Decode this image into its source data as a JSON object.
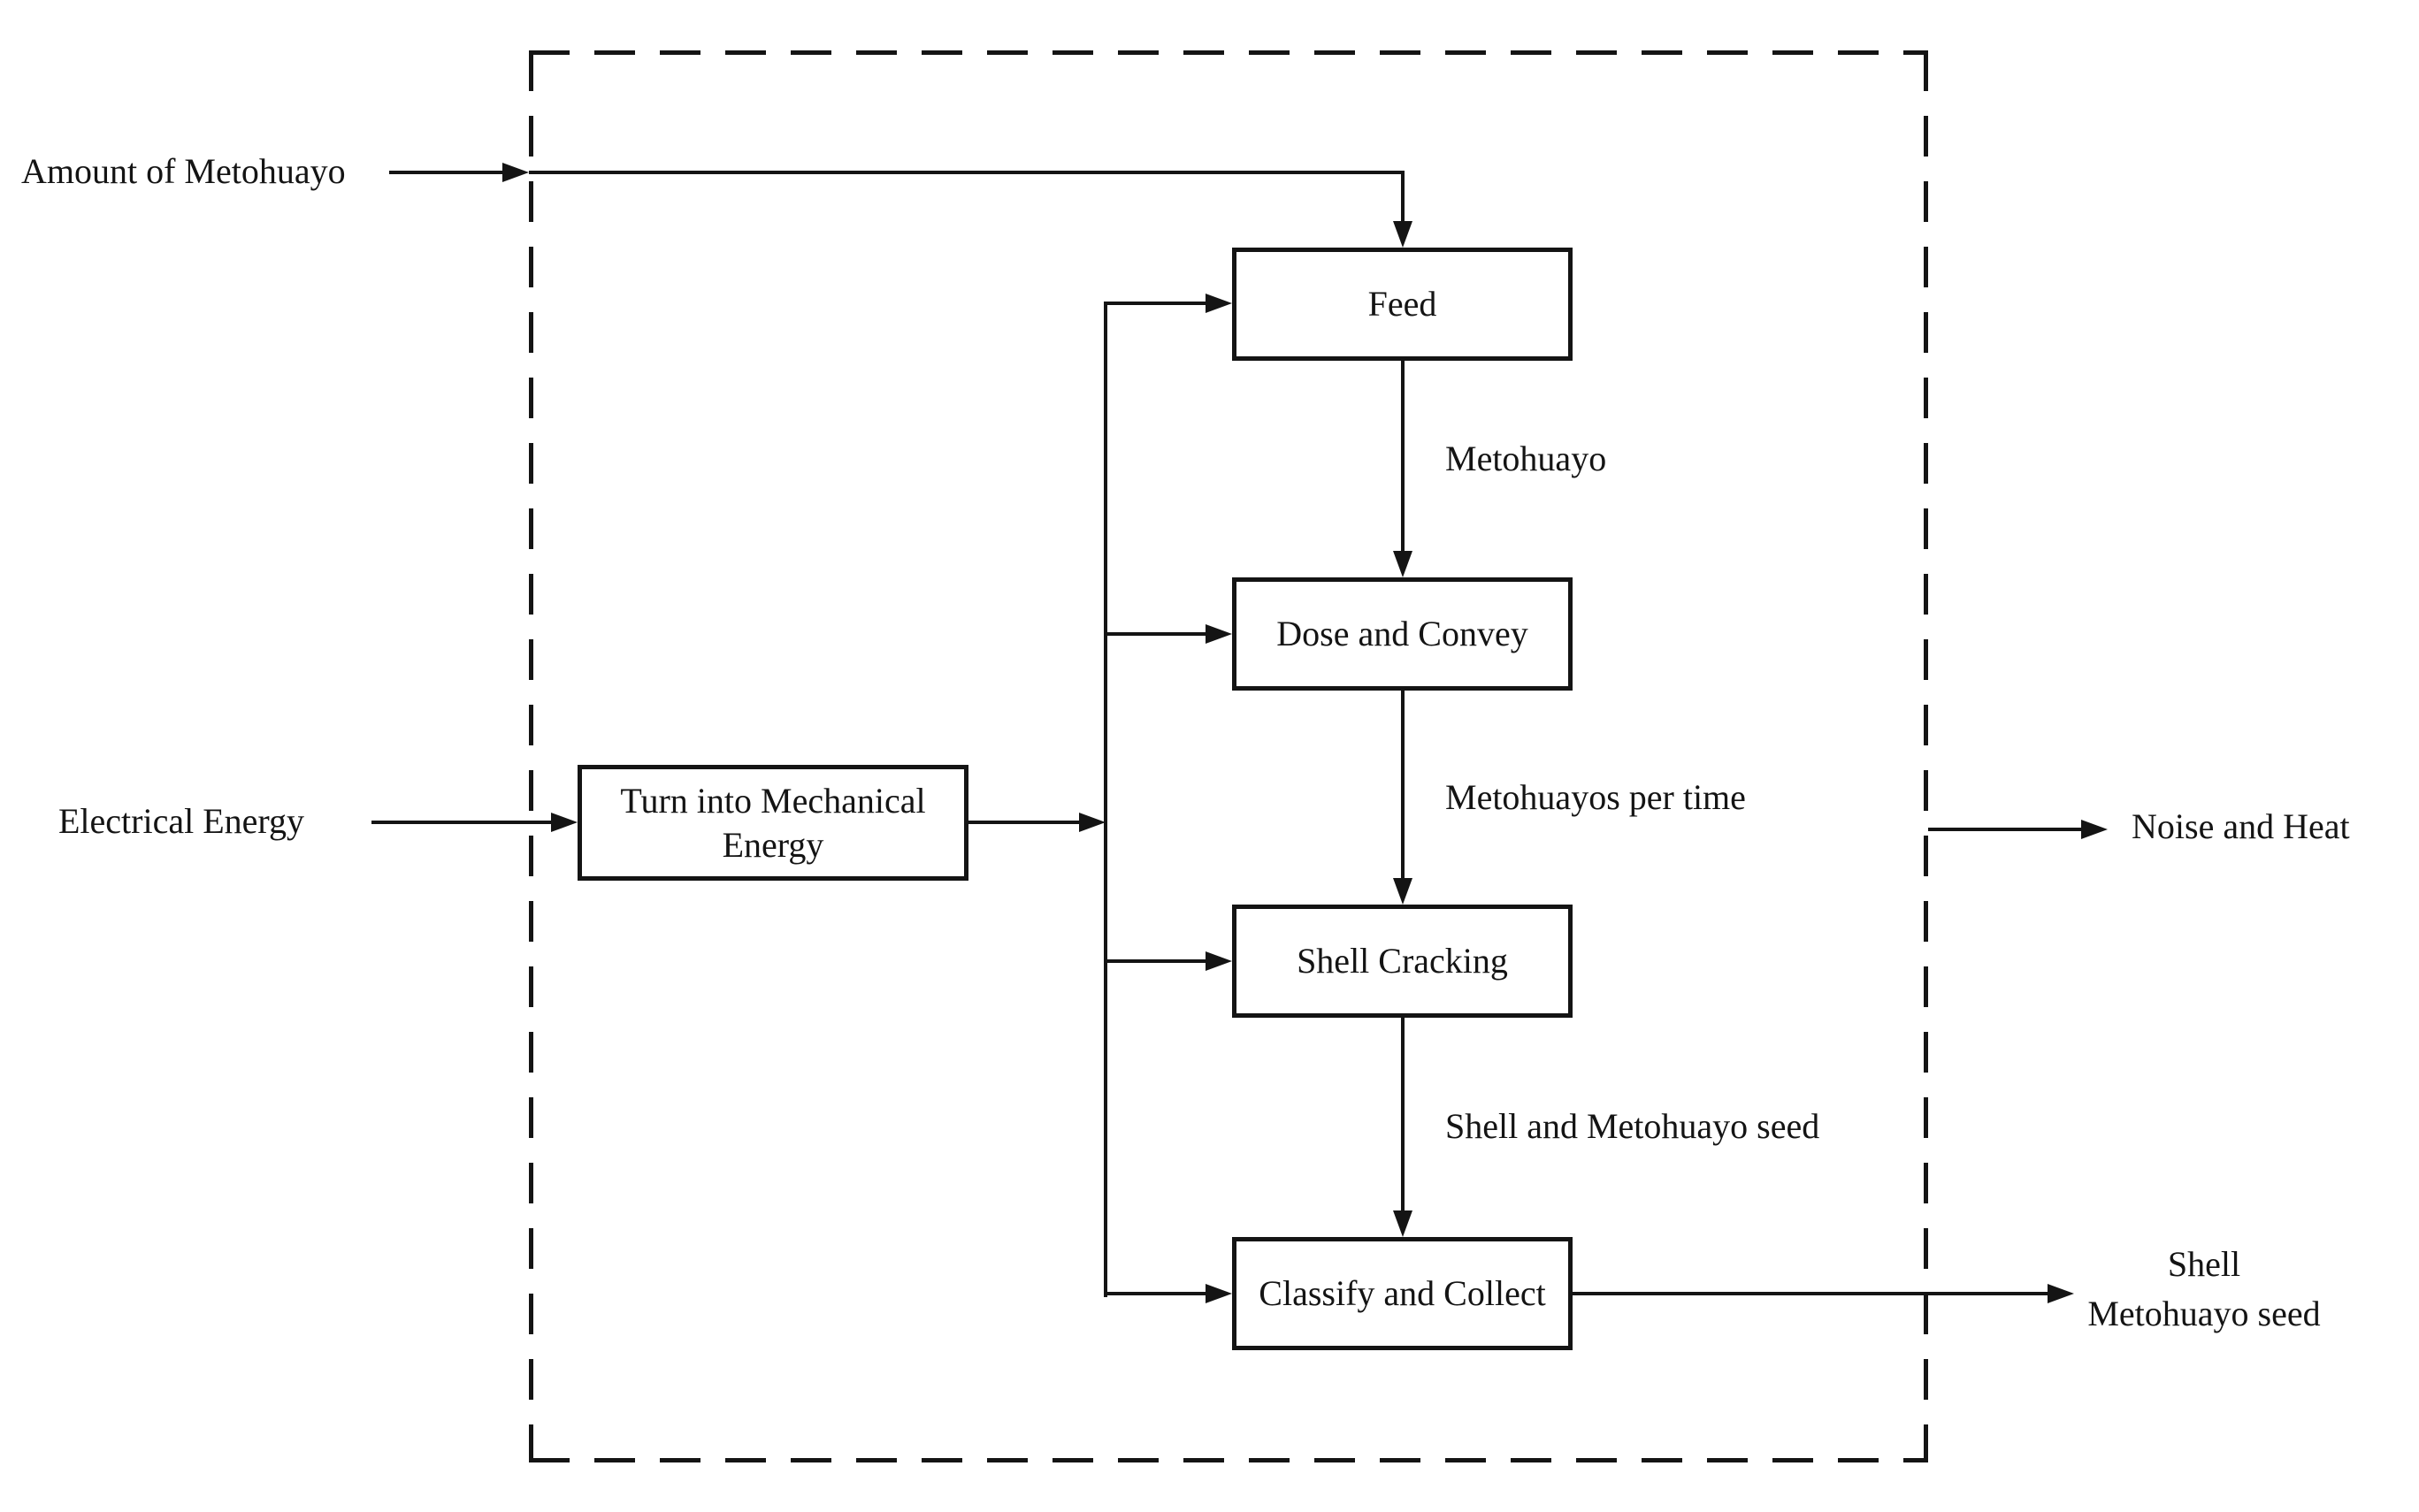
{
  "diagram": {
    "type": "process-flow-block-diagram",
    "background_color": "#ffffff",
    "line_color": "#141414",
    "boundary_style": "dashed",
    "inputs": {
      "amount": {
        "label": "Amount of Metohuayo"
      },
      "electrical": {
        "label": "Electrical Energy"
      }
    },
    "outputs": {
      "noise": {
        "label": "Noise and Heat"
      },
      "product": {
        "line1": "Shell",
        "line2": "Metohuayo seed"
      }
    },
    "processes": {
      "turn": {
        "line1": "Turn into Mechanical",
        "line2": "Energy"
      },
      "feed": {
        "label": "Feed"
      },
      "dose": {
        "label": "Dose and Convey"
      },
      "shell": {
        "label": "Shell Cracking"
      },
      "classify": {
        "label": "Classify and Collect"
      }
    },
    "flow_labels": {
      "metohuayo": "Metohuayo",
      "per_time": "Metohuayos per time",
      "shell_seed": "Shell and Metohuayo seed"
    }
  }
}
